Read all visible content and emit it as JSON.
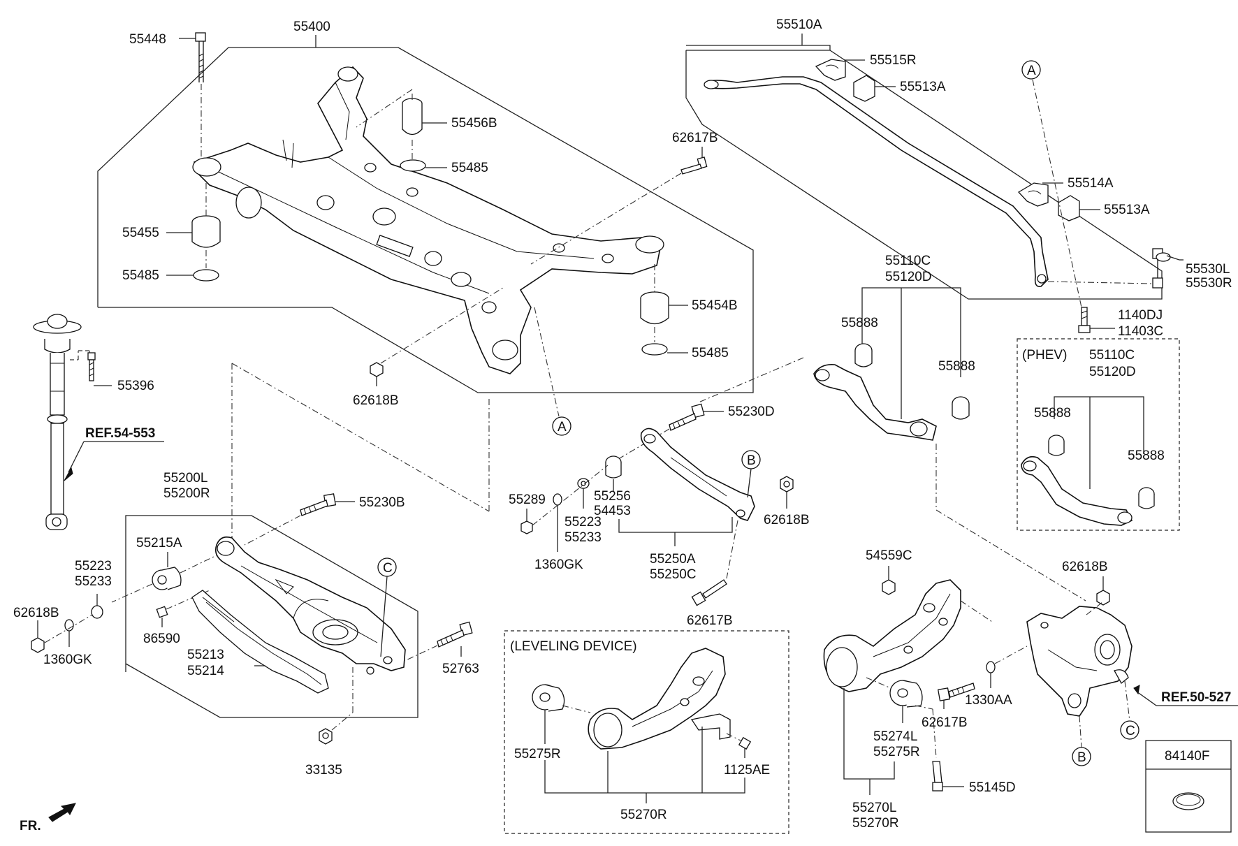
{
  "diagram": {
    "labels": {
      "p55448": "55448",
      "p55400": "55400",
      "p55456B": "55456B",
      "p55485a": "55485",
      "p55455": "55455",
      "p55485b": "55485",
      "p62617B_top": "62617B",
      "p55454B": "55454B",
      "p55485c": "55485",
      "p62618B_mid": "62618B",
      "p55396": "55396",
      "p55510A": "55510A",
      "p55515R": "55515R",
      "p55513A_a": "55513A",
      "p55514A": "55514A",
      "p55513A_b": "55513A",
      "p55530L": "55530L",
      "p55530R": "55530R",
      "p1140DJ": "1140DJ",
      "p11403C": "11403C",
      "p55110C": "55110C",
      "p55120D": "55120D",
      "p55888_a": "55888",
      "p55888_b": "55888",
      "phev_110C": "55110C",
      "phev_120D": "55120D",
      "phev_888a": "55888",
      "phev_888b": "55888",
      "p55230D": "55230D",
      "p55289": "55289",
      "p55256": "55256",
      "p54453": "54453",
      "p55223_m": "55223",
      "p55233_m": "55233",
      "p1360GK_m": "1360GK",
      "p62618B_r": "62618B",
      "p55250A": "55250A",
      "p55250C": "55250C",
      "p62617B_m": "62617B",
      "p55200L": "55200L",
      "p55200R": "55200R",
      "p55230B": "55230B",
      "p55215A": "55215A",
      "p55223_l": "55223",
      "p55233_l": "55233",
      "p62618B_l": "62618B",
      "p86590": "86590",
      "p1360GK_l": "1360GK",
      "p55213": "55213",
      "p55214": "55214",
      "p52763": "52763",
      "p33135": "33135",
      "p55275R_lev": "55275R",
      "p1125AE": "1125AE",
      "p55270R_lev": "55270R",
      "p54559C": "54559C",
      "p55274L": "55274L",
      "p55275R": "55275R",
      "p55145D": "55145D",
      "p55270L": "55270L",
      "p55270R": "55270R",
      "p62617B_k": "62617B",
      "p1330AA": "1330AA",
      "p62618B_k": "62618B",
      "p84140F": "84140F"
    },
    "refs": {
      "ref54": "REF.54-553",
      "ref50": "REF.50-527"
    },
    "callouts": {
      "a1": "A",
      "a2": "A",
      "b1": "B",
      "b2": "B",
      "c1": "C",
      "c2": "C"
    },
    "sections": {
      "phev": "(PHEV)",
      "leveling": "(LEVELING DEVICE)"
    },
    "direction": "FR."
  }
}
